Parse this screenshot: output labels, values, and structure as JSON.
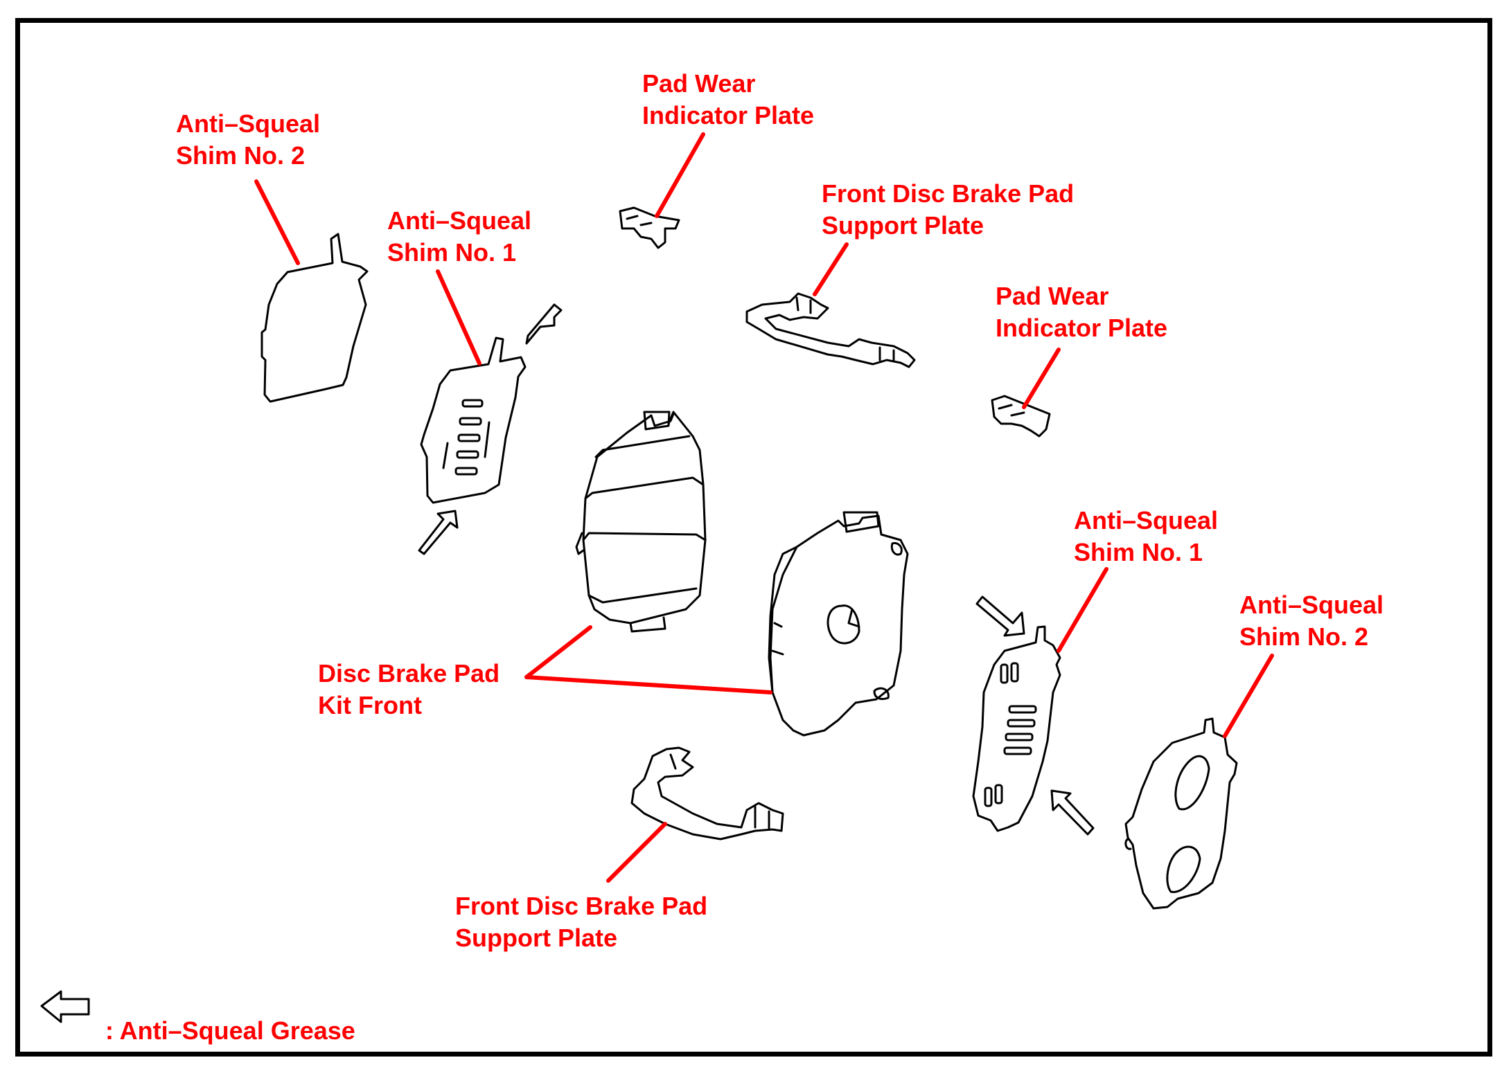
{
  "labels": {
    "shim2_left": [
      "Anti–Squeal",
      "Shim No. 2"
    ],
    "shim1_left": [
      "Anti–Squeal",
      "Shim No. 1"
    ],
    "wear_top": [
      "Pad Wear",
      "Indicator Plate"
    ],
    "support_top": [
      "Front Disc Brake Pad",
      "Support Plate"
    ],
    "wear_right": [
      "Pad Wear",
      "Indicator Plate"
    ],
    "shim1_right": [
      "Anti–Squeal",
      "Shim No. 1"
    ],
    "shim2_right": [
      "Anti–Squeal",
      "Shim No. 2"
    ],
    "pad_kit": [
      "Disc Brake Pad",
      "Kit Front"
    ],
    "support_bottom": [
      "Front Disc Brake Pad",
      "Support Plate"
    ]
  },
  "legend": {
    "icon": "hollow-arrow-icon",
    "text": ": Anti–Squeal Grease"
  },
  "colors": {
    "label": "#ff0000",
    "leader": "#ff0000",
    "outline": "#000000",
    "frame": "#000000"
  }
}
